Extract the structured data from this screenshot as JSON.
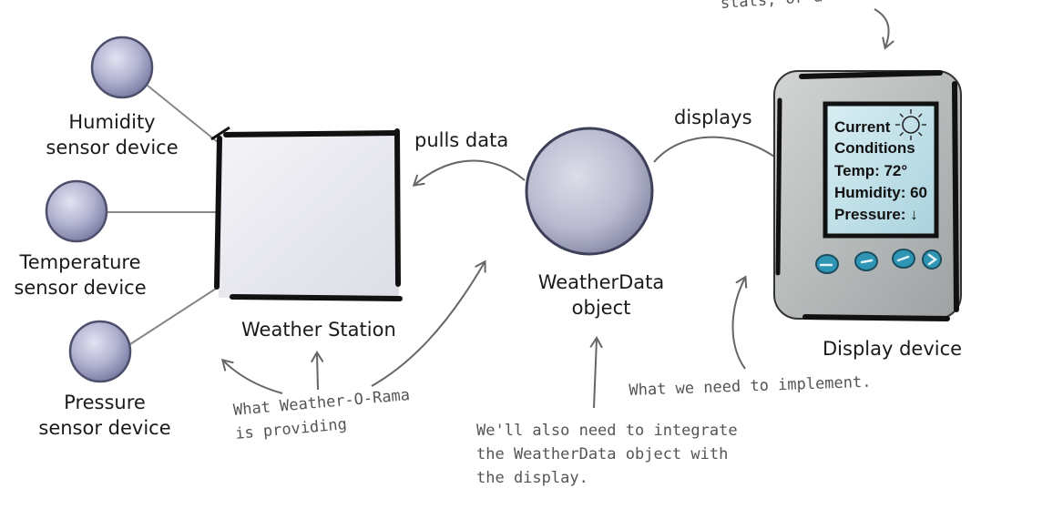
{
  "labels": {
    "humidity": "Humidity\nsensor device",
    "temperature": "Temperature\nsensor device",
    "pressure": "Pressure\nsensor device",
    "weather_station": "Weather Station",
    "weatherdata": "WeatherData\nobject",
    "display_device": "Display device",
    "pulls_data": "pulls data",
    "displays": "displays",
    "top_note_fragment": "stats, or a forec"
  },
  "screen": {
    "line1": "Current",
    "line2": "Conditions",
    "line3": "Temp: 72°",
    "line4": "Humidity: 60",
    "line5": "Pressure: ↓"
  },
  "notes": {
    "provided": "What Weather-O-Rama\nis providing",
    "implement": "What we need to implement.",
    "integrate": "We'll also need to integrate\nthe WeatherData object with\nthe display."
  },
  "icons": {
    "sun": "sun-icon",
    "pressure_arrow": "down-arrow-icon"
  },
  "colors": {
    "sensor_fill": "#a9aacb",
    "device_body": "#b9bcbc",
    "screen_fill": "#c6e2ea",
    "button_fill": "#2e95b5"
  }
}
